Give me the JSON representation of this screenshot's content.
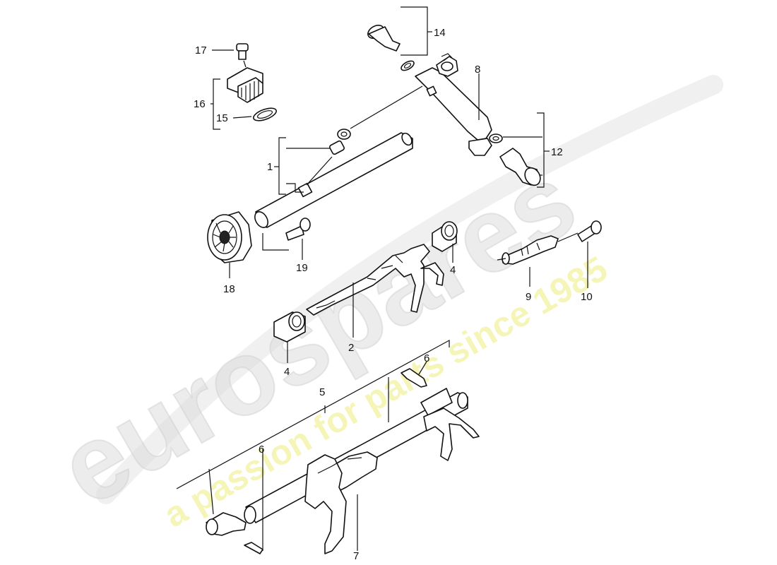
{
  "watermark": {
    "brand": "eurospares",
    "tagline": "a passion for parts since 1985",
    "brand_color": "#d9d9d9",
    "tagline_color": "#f2f0a6"
  },
  "callouts": {
    "c1": "1",
    "c2": "2",
    "c4a": "4",
    "c4b": "4",
    "c5": "5",
    "c6a": "6",
    "c6b": "6",
    "c7": "7",
    "c8": "8",
    "c9": "9",
    "c10": "10",
    "c12": "12",
    "c14": "14",
    "c15": "15",
    "c16": "16",
    "c17": "17",
    "c18": "18",
    "c19": "19"
  }
}
